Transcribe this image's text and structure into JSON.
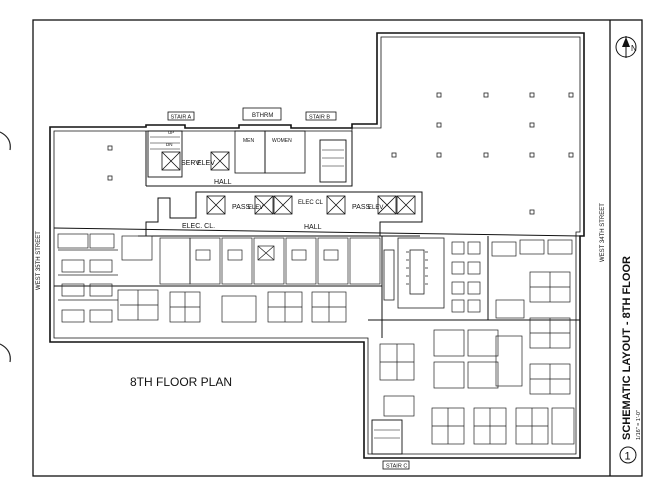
{
  "plan": {
    "title": "8TH FLOOR PLAN",
    "sheet_title": "SCHEMATIC LAYOUT - 8TH FLOOR",
    "scale_note": "1/16\" = 1'-0\"",
    "sheet_number": "1",
    "north_label": "N"
  },
  "streets": {
    "west": "WEST 35TH STREET",
    "east": "WEST 34TH STREET"
  },
  "core": {
    "stair_a": "STAIR A",
    "stair_b": "STAIR B",
    "stair_c": "STAIR C",
    "bathroom": "BTHRM",
    "men": "MEN",
    "women": "WOMEN",
    "serv": "SERV",
    "elev": "ELEV",
    "pass": "PASS",
    "elec_cl": "ELEC CL",
    "elec_cl_2": "ELEC. CL.",
    "hall": "HALL",
    "up": "UP",
    "dn": "DN"
  }
}
